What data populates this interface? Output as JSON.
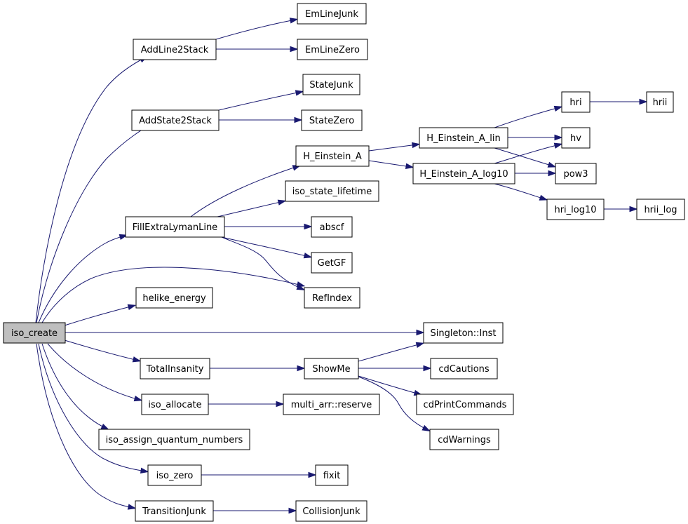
{
  "diagram": {
    "root": "iso_create",
    "colors": {
      "edge": "#191970",
      "root_fill": "#bfbfbf",
      "node_border": "#000000",
      "truncated_border": "#ff0000"
    },
    "nodes": [
      {
        "id": "iso_create",
        "label": "iso_create",
        "style": "root"
      },
      {
        "id": "AddLine2Stack",
        "label": "AddLine2Stack"
      },
      {
        "id": "EmLineJunk",
        "label": "EmLineJunk"
      },
      {
        "id": "EmLineZero",
        "label": "EmLineZero"
      },
      {
        "id": "AddState2Stack",
        "label": "AddState2Stack"
      },
      {
        "id": "StateJunk",
        "label": "StateJunk"
      },
      {
        "id": "StateZero",
        "label": "StateZero"
      },
      {
        "id": "FillExtraLymanLine",
        "label": "FillExtraLymanLine"
      },
      {
        "id": "H_Einstein_A",
        "label": "H_Einstein_A"
      },
      {
        "id": "H_Einstein_A_lin",
        "label": "H_Einstein_A_lin"
      },
      {
        "id": "H_Einstein_A_log10",
        "label": "H_Einstein_A_log10"
      },
      {
        "id": "hri",
        "label": "hri"
      },
      {
        "id": "hrii",
        "label": "hrii",
        "style": "truncated"
      },
      {
        "id": "hv",
        "label": "hv"
      },
      {
        "id": "pow3",
        "label": "pow3"
      },
      {
        "id": "hri_log10",
        "label": "hri_log10"
      },
      {
        "id": "hrii_log",
        "label": "hrii_log",
        "style": "truncated"
      },
      {
        "id": "iso_state_lifetime",
        "label": "iso_state_lifetime"
      },
      {
        "id": "abscf",
        "label": "abscf"
      },
      {
        "id": "GetGF",
        "label": "GetGF"
      },
      {
        "id": "RefIndex",
        "label": "RefIndex"
      },
      {
        "id": "helike_energy",
        "label": "helike_energy"
      },
      {
        "id": "Singleton_Inst",
        "label": "Singleton::Inst"
      },
      {
        "id": "TotalInsanity",
        "label": "TotalInsanity"
      },
      {
        "id": "ShowMe",
        "label": "ShowMe"
      },
      {
        "id": "cdCautions",
        "label": "cdCautions"
      },
      {
        "id": "cdPrintCommands",
        "label": "cdPrintCommands"
      },
      {
        "id": "cdWarnings",
        "label": "cdWarnings"
      },
      {
        "id": "iso_allocate",
        "label": "iso_allocate"
      },
      {
        "id": "multi_arr_reserve",
        "label": "multi_arr::reserve"
      },
      {
        "id": "iso_assign_quantum_numbers",
        "label": "iso_assign_quantum_numbers"
      },
      {
        "id": "iso_zero",
        "label": "iso_zero"
      },
      {
        "id": "fixit",
        "label": "fixit"
      },
      {
        "id": "TransitionJunk",
        "label": "TransitionJunk"
      },
      {
        "id": "CollisionJunk",
        "label": "CollisionJunk"
      }
    ],
    "edges": [
      {
        "from": "iso_create",
        "to": "AddLine2Stack"
      },
      {
        "from": "iso_create",
        "to": "AddState2Stack"
      },
      {
        "from": "iso_create",
        "to": "FillExtraLymanLine"
      },
      {
        "from": "iso_create",
        "to": "RefIndex"
      },
      {
        "from": "iso_create",
        "to": "helike_energy"
      },
      {
        "from": "iso_create",
        "to": "Singleton_Inst"
      },
      {
        "from": "iso_create",
        "to": "TotalInsanity"
      },
      {
        "from": "iso_create",
        "to": "iso_allocate"
      },
      {
        "from": "iso_create",
        "to": "iso_assign_quantum_numbers"
      },
      {
        "from": "iso_create",
        "to": "iso_zero"
      },
      {
        "from": "iso_create",
        "to": "TransitionJunk"
      },
      {
        "from": "AddLine2Stack",
        "to": "EmLineJunk"
      },
      {
        "from": "AddLine2Stack",
        "to": "EmLineZero"
      },
      {
        "from": "AddState2Stack",
        "to": "StateJunk"
      },
      {
        "from": "AddState2Stack",
        "to": "StateZero"
      },
      {
        "from": "FillExtraLymanLine",
        "to": "H_Einstein_A"
      },
      {
        "from": "FillExtraLymanLine",
        "to": "iso_state_lifetime"
      },
      {
        "from": "FillExtraLymanLine",
        "to": "abscf"
      },
      {
        "from": "FillExtraLymanLine",
        "to": "GetGF"
      },
      {
        "from": "FillExtraLymanLine",
        "to": "RefIndex"
      },
      {
        "from": "H_Einstein_A",
        "to": "H_Einstein_A_lin"
      },
      {
        "from": "H_Einstein_A",
        "to": "H_Einstein_A_log10"
      },
      {
        "from": "H_Einstein_A_lin",
        "to": "hri"
      },
      {
        "from": "H_Einstein_A_lin",
        "to": "hv"
      },
      {
        "from": "H_Einstein_A_lin",
        "to": "pow3"
      },
      {
        "from": "H_Einstein_A_log10",
        "to": "hv"
      },
      {
        "from": "H_Einstein_A_log10",
        "to": "pow3"
      },
      {
        "from": "H_Einstein_A_log10",
        "to": "hri_log10"
      },
      {
        "from": "hri",
        "to": "hrii"
      },
      {
        "from": "hri_log10",
        "to": "hrii_log"
      },
      {
        "from": "TotalInsanity",
        "to": "ShowMe"
      },
      {
        "from": "ShowMe",
        "to": "Singleton_Inst"
      },
      {
        "from": "ShowMe",
        "to": "cdCautions"
      },
      {
        "from": "ShowMe",
        "to": "cdPrintCommands"
      },
      {
        "from": "ShowMe",
        "to": "cdWarnings"
      },
      {
        "from": "iso_allocate",
        "to": "multi_arr_reserve"
      },
      {
        "from": "iso_zero",
        "to": "fixit"
      },
      {
        "from": "TransitionJunk",
        "to": "CollisionJunk"
      }
    ]
  }
}
